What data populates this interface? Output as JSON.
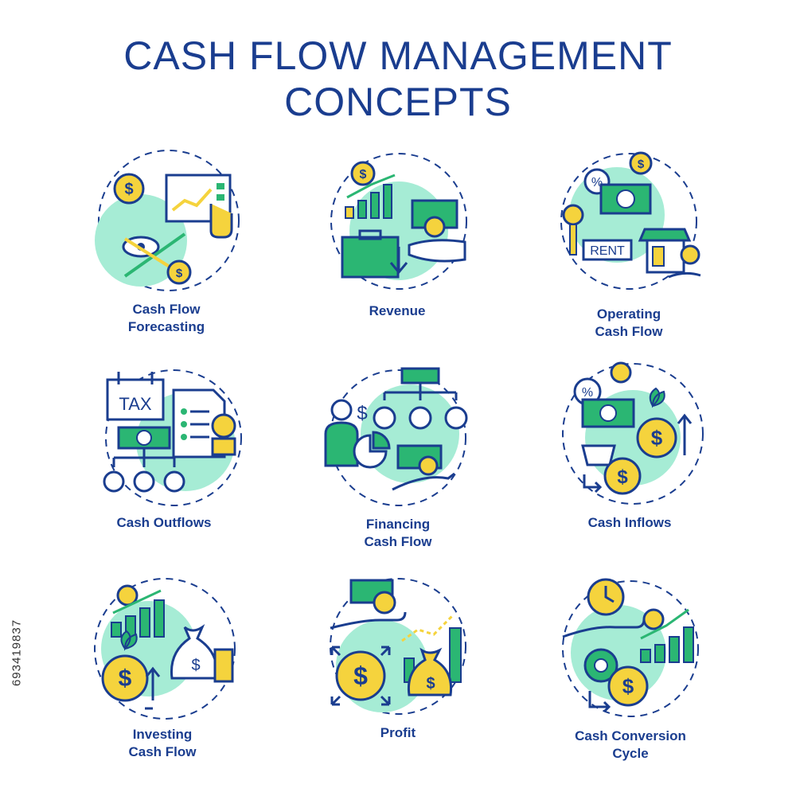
{
  "title": {
    "line1": "CASH FLOW MANAGEMENT",
    "line2": "CONCEPTS"
  },
  "side_id": "693419837",
  "colors": {
    "navy": "#1a3d8f",
    "green": "#2bb673",
    "yellow": "#f5d33d",
    "mint": "#a6ecd5"
  },
  "icons": [
    {
      "id": "cash-flow-forecasting",
      "label_lines": [
        "Cash Flow",
        "Forecasting"
      ],
      "icon": "gear-chart-eye-icon"
    },
    {
      "id": "revenue",
      "label_lines": [
        "Revenue"
      ],
      "icon": "briefcase-growth-icon"
    },
    {
      "id": "operating-cash-flow",
      "label_lines": [
        "Operating",
        "Cash Flow"
      ],
      "icon": "rent-key-shop-icon",
      "sign_text": "RENT"
    },
    {
      "id": "cash-outflows",
      "label_lines": [
        "Cash Outflows"
      ],
      "icon": "tax-calendar-icon",
      "sign_text": "TAX"
    },
    {
      "id": "financing-cash-flow",
      "label_lines": [
        "Financing",
        "Cash Flow"
      ],
      "icon": "investor-hierarchy-icon"
    },
    {
      "id": "cash-inflows",
      "label_lines": [
        "Cash Inflows"
      ],
      "icon": "cart-coins-icon"
    },
    {
      "id": "investing-cash-flow",
      "label_lines": [
        "Investing",
        "Cash Flow"
      ],
      "icon": "money-bag-plant-icon"
    },
    {
      "id": "profit",
      "label_lines": [
        "Profit"
      ],
      "icon": "hand-coin-chart-icon"
    },
    {
      "id": "cash-conversion-cycle",
      "label_lines": [
        "Cash Conversion",
        "Cycle"
      ],
      "icon": "clock-gear-chart-icon"
    }
  ]
}
